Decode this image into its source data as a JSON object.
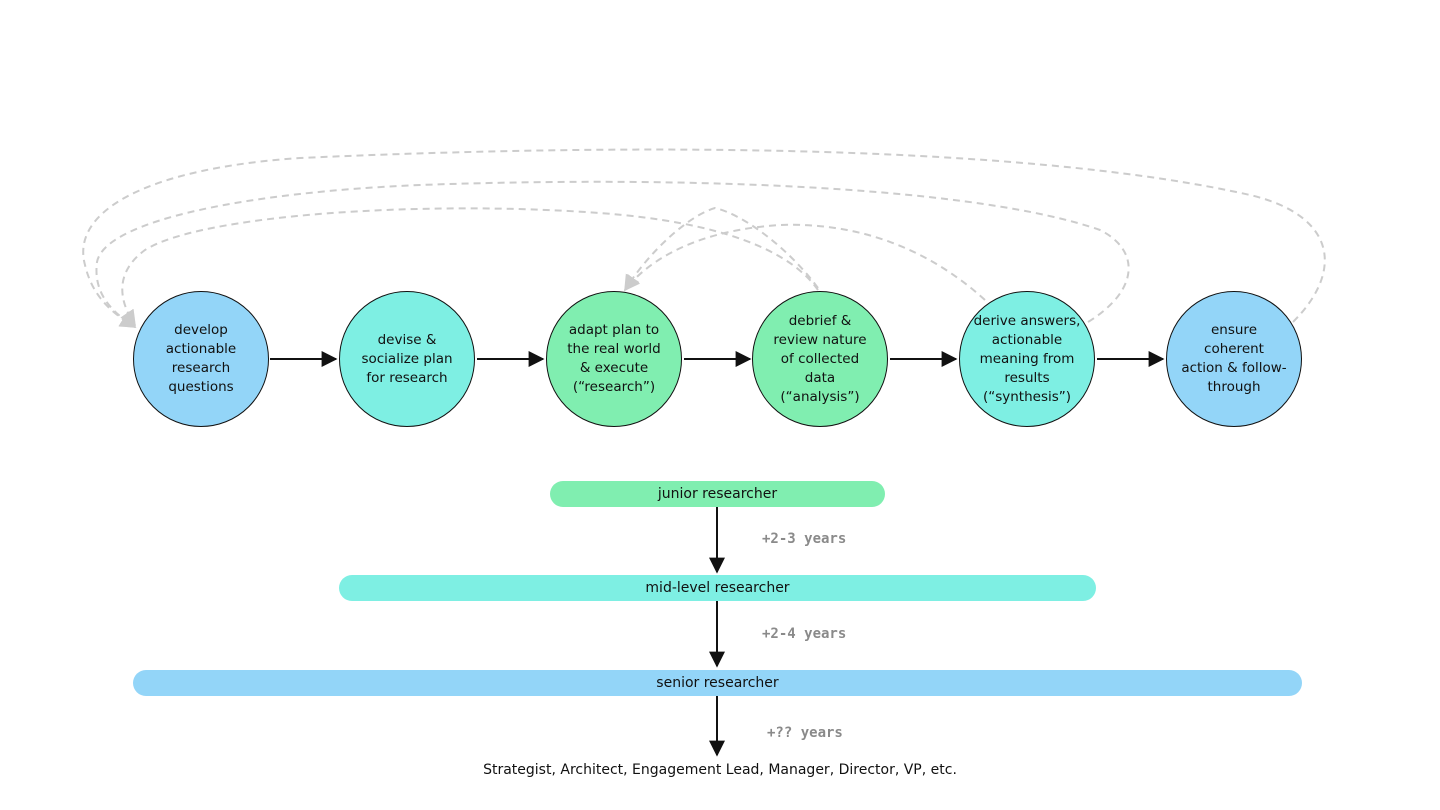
{
  "nodes": [
    {
      "label": "develop\nactionable\nresearch\nquestions",
      "color": "#93d5f8"
    },
    {
      "label": "devise &\nsocialize plan\nfor research",
      "color": "#7eefe3"
    },
    {
      "label": "adapt plan to\nthe real world\n& execute\n(“research”)",
      "color": "#80eeb0"
    },
    {
      "label": "debrief &\nreview nature\nof collected\ndata\n(“analysis”)",
      "color": "#80eeb0"
    },
    {
      "label": "derive answers,\nactionable\nmeaning from\nresults\n(“synthesis”)",
      "color": "#7eefe3"
    },
    {
      "label": "ensure\ncoherent\naction & follow-\nthrough",
      "color": "#93d5f8"
    }
  ],
  "levels": {
    "junior": "junior researcher",
    "mid": "mid-level researcher",
    "senior": "senior researcher"
  },
  "years": {
    "junior_to_mid": "+2-3 years",
    "mid_to_senior": "+2-4 years",
    "senior_to_next": "+?? years"
  },
  "final_roles": "Strategist, Architect, Engagement Lead, Manager, Director, VP, etc.",
  "colors": {
    "blue": "#93d5f8",
    "teal": "#7eefe3",
    "green": "#80eeb0",
    "feedback_arrow": "#cccccc"
  }
}
